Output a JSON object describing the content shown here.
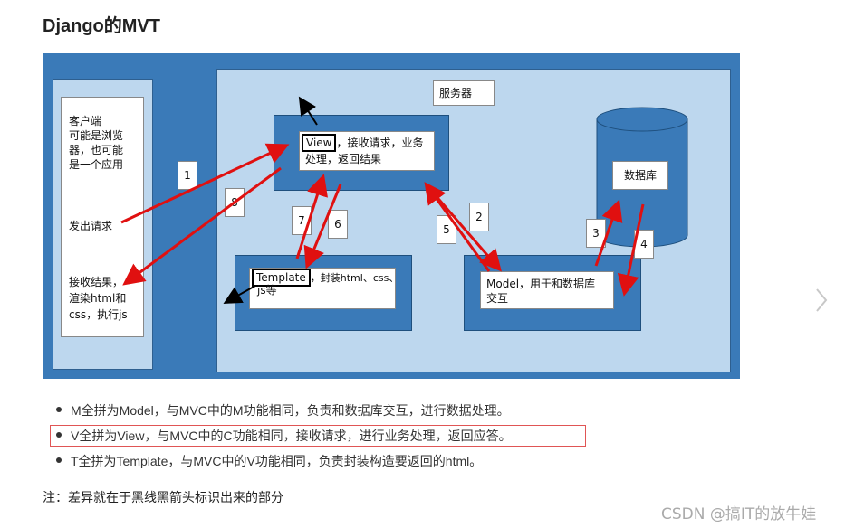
{
  "page": {
    "title": "Django的MVT"
  },
  "diagram": {
    "server_label": "服务器",
    "client_lines": [
      "客户端",
      "可能是浏览",
      "器，也可能",
      "是一个应用"
    ],
    "client_send": "发出请求",
    "client_receive": [
      "接收结果，",
      "渲染html和",
      "css，执行js"
    ],
    "view": {
      "keyword": "View",
      "text1": "，接收请求，业务",
      "text2": "处理，返回结果"
    },
    "template": {
      "keyword": "Template",
      "text1": "，封装html、css、",
      "text2": "js等"
    },
    "model": {
      "line1": "Model，用于和数据库",
      "line2": "交互"
    },
    "database": "数据库",
    "step_numbers": [
      "1",
      "2",
      "3",
      "4",
      "5",
      "6",
      "7",
      "8"
    ]
  },
  "bullets": [
    "M全拼为Model，与MVC中的M功能相同，负责和数据库交互，进行数据处理。",
    "V全拼为View，与MVC中的C功能相同，接收请求，进行业务处理，返回应答。",
    "T全拼为Template，与MVC中的V功能相同，负责封装构造要返回的html。"
  ],
  "note": "注：差异就在于黑线黑箭头标识出来的部分",
  "watermark": "CSDN @搞IT的放牛娃",
  "colors": {
    "diagram_bg": "#3a7ab8",
    "panel_bg": "#bdd7ee",
    "arrow": "#e01010",
    "highlight_border": "#e05555"
  }
}
